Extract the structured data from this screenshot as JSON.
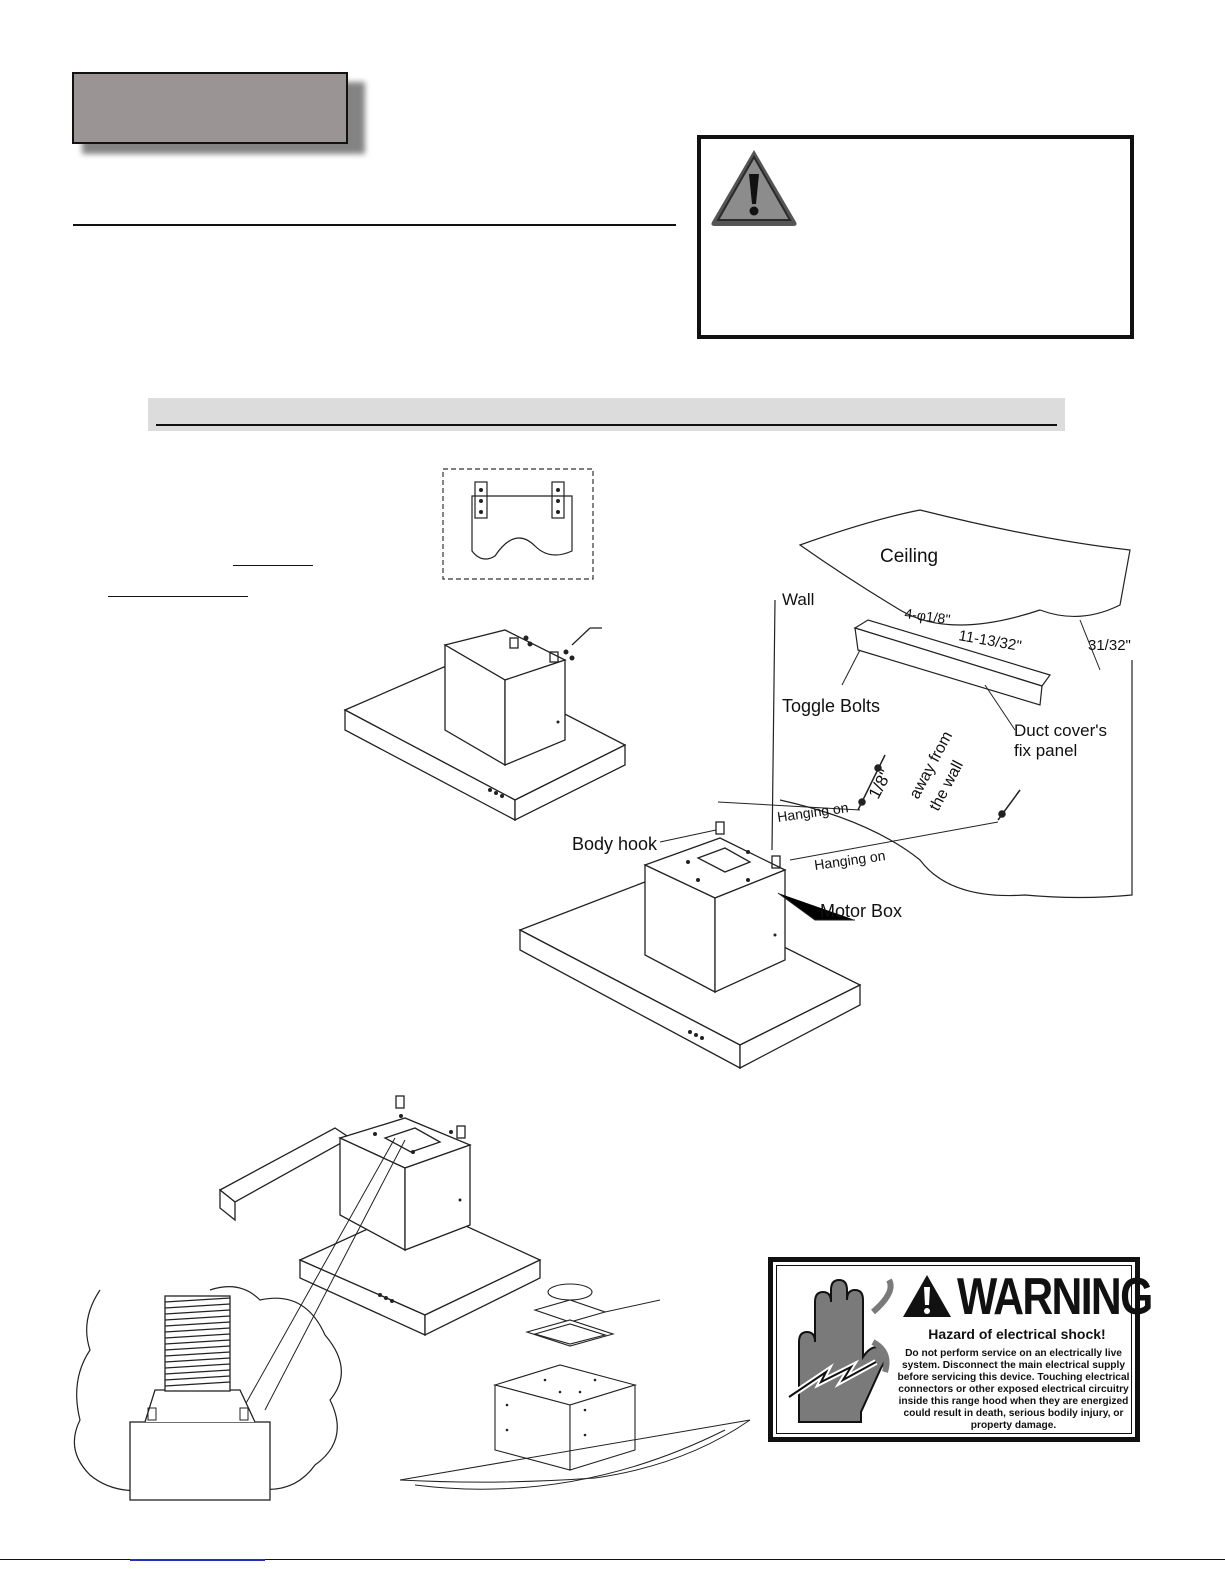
{
  "diagram_labels": {
    "ceiling": "Ceiling",
    "wall": "Wall",
    "holes": "4-φ1/8\"",
    "width_dim": "11-13/32\"",
    "depth_dim": "31/32\"",
    "toggle_bolts": "Toggle Bolts",
    "duct_cover_fix_panel_line1": "Duct cover's",
    "duct_cover_fix_panel_line2": "fix panel",
    "offset_dim": "1/8\"",
    "away_line1": "away from",
    "away_line2": "the wall",
    "hanging_on_left": "Hanging on",
    "hanging_on_right": "Hanging on",
    "body_hook": "Body hook",
    "motor_box": "Motor Box"
  },
  "warning_label": {
    "title": "WARNING",
    "subtitle": "Hazard of electrical shock!",
    "body": "Do not perform service on an electrically live system. Disconnect the main electrical supply before servicing this device. Touching electrical connectors or other exposed electrical circuitry inside this range hood when they are energized could result in death, serious bodily injury, or property damage."
  },
  "colors": {
    "tab_fill": "#9a9494",
    "banner_fill": "#dcdcdc",
    "caution_icon_fill": "#8c8c8c",
    "link_blue": "#2233bb"
  }
}
